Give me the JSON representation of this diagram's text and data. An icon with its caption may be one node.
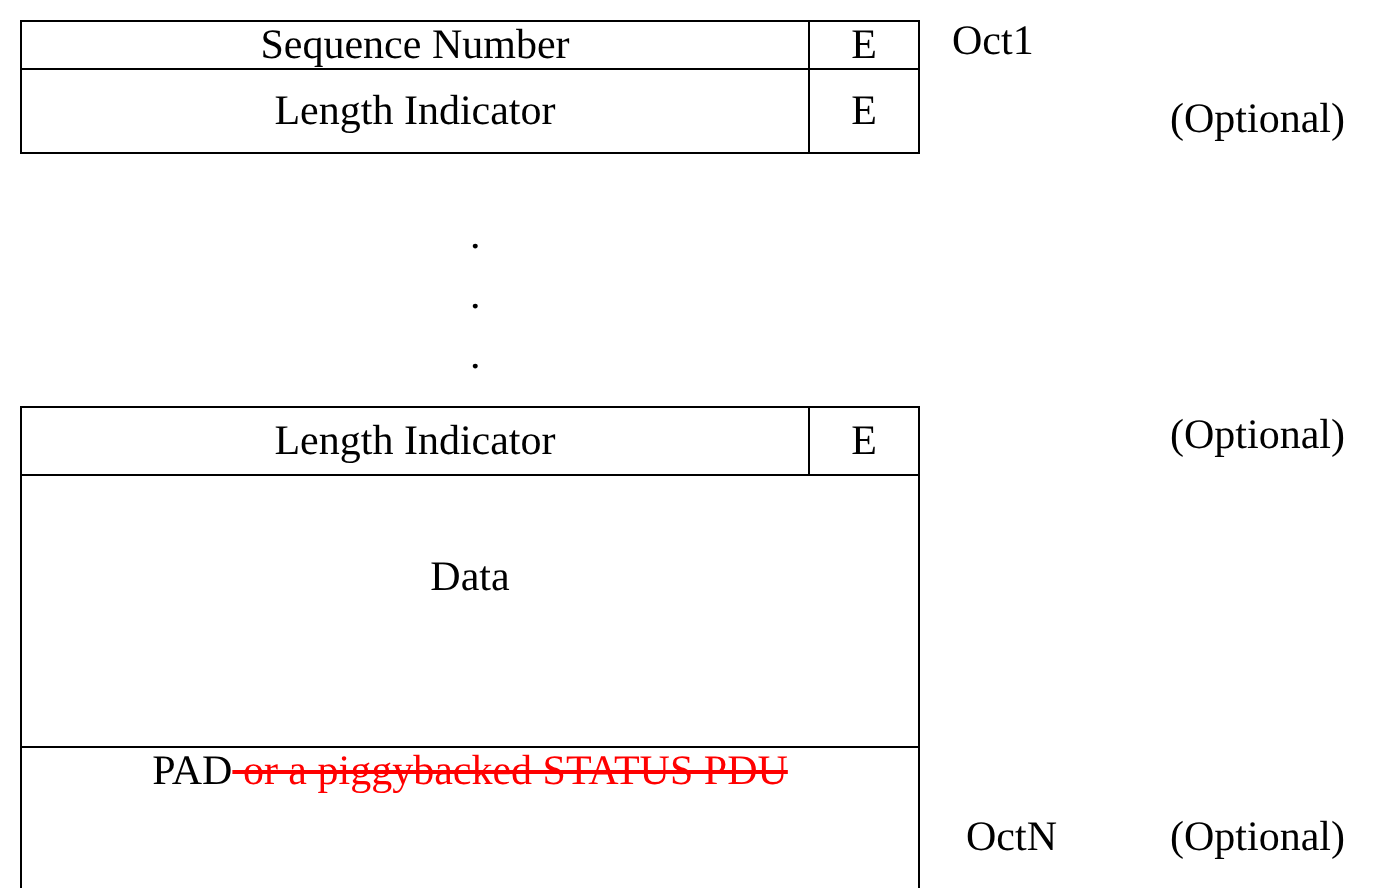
{
  "diagram": {
    "nodes": [
      {
        "text": [
          "Sequence Number"
        ]
      },
      {
        "text": [
          "E"
        ]
      },
      {
        "text": [
          "Length Indicator"
        ]
      },
      {
        "text": [
          "E"
        ]
      },
      {
        "text": [
          "Length Indicator"
        ]
      },
      {
        "text": [
          "E"
        ]
      },
      {
        "text": [
          "Data"
        ]
      },
      {
        "text": [
          "PAD",
          "or a piggybacked STATUS PDU"
        ]
      }
    ],
    "edges": [],
    "labels": [
      "Oct1",
      "(Optional)",
      ".",
      ".",
      ".",
      "(Optional)",
      "OctN",
      "(Optional)"
    ]
  }
}
